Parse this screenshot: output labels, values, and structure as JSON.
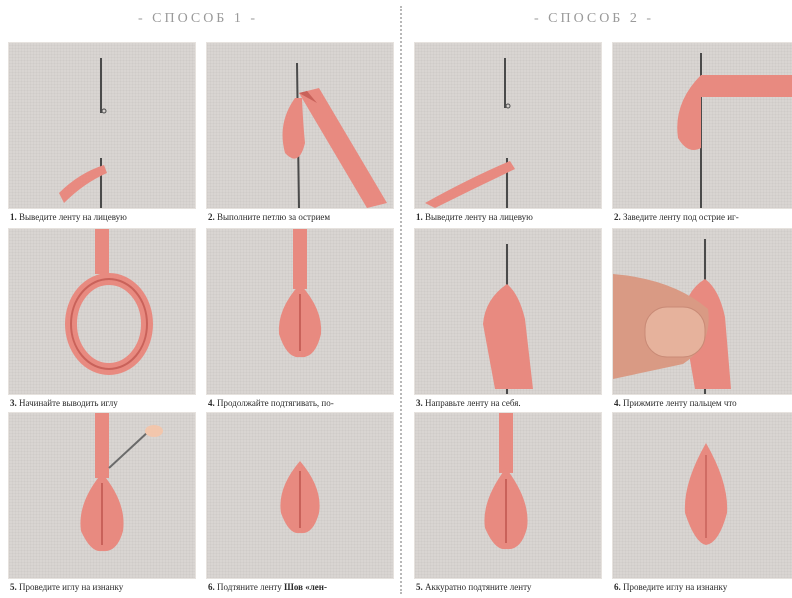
{
  "method1": {
    "title": "- СПОСОБ 1 -",
    "steps": [
      {
        "num": "1.",
        "text": "Выведите ленту на лицевую"
      },
      {
        "num": "2.",
        "text": "Выполните петлю за острием"
      },
      {
        "num": "3.",
        "text": "Начинайте выводить иглу"
      },
      {
        "num": "4.",
        "text": "Продолжайте подтягивать, по-"
      },
      {
        "num": "5.",
        "text": "Проведите иглу на изнанку"
      },
      {
        "num": "6.",
        "text": "Подтяните ленту",
        "bold": "Шов «лен-"
      }
    ]
  },
  "method2": {
    "title": "- СПОСОБ 2 -",
    "steps": [
      {
        "num": "1.",
        "text": "Выведите ленту на лицевую"
      },
      {
        "num": "2.",
        "text": "Заведите ленту под острие иг-"
      },
      {
        "num": "3.",
        "text": "Направьте ленту на себя."
      },
      {
        "num": "4.",
        "text": "Прижмите ленту пальцем что"
      },
      {
        "num": "5.",
        "text": "Аккуратно подтяните ленту"
      },
      {
        "num": "6.",
        "text": "Проведите иглу на изнанку"
      }
    ]
  },
  "colors": {
    "ribbon": "#e88a80",
    "ribbon_dark": "#c9625a",
    "fabric": "#d9d5d2",
    "needle": "#4a4a4a",
    "finger": "#d99a84"
  }
}
